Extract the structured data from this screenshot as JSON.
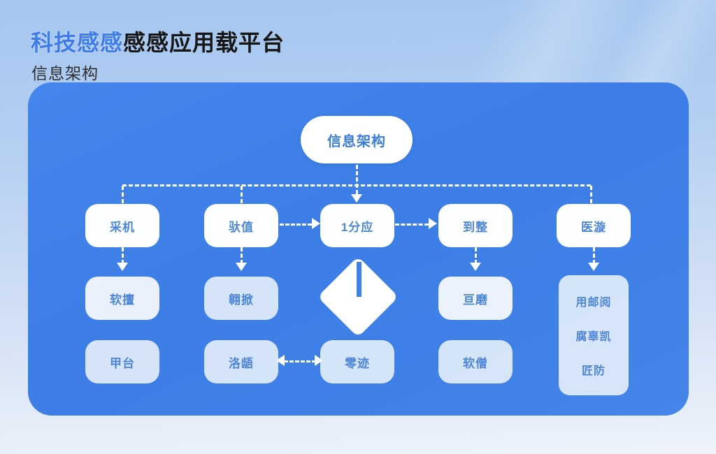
{
  "header": {
    "title_highlight": "科技感感",
    "title_rest": "感感应用载平台",
    "subtitle": "信息架构"
  },
  "diagram": {
    "root_label": "信息架构",
    "row1": [
      {
        "label": "采机"
      },
      {
        "label": "驮值"
      },
      {
        "label": "1分应"
      },
      {
        "label": "到整"
      },
      {
        "label": "医漩"
      }
    ],
    "row2": [
      {
        "label": "软擅"
      },
      {
        "label": "翱掀"
      },
      {
        "label": "亘磨"
      }
    ],
    "row3": [
      {
        "label": "甲台"
      },
      {
        "label": "洛龉"
      },
      {
        "label": "零迹"
      },
      {
        "label": "软僧"
      }
    ],
    "side_panel": {
      "lines": [
        "用邮阅",
        "腐辜凯",
        "匠防"
      ]
    }
  },
  "colors": {
    "panel_blue": "#3f81e7",
    "node_text_blue": "#4e86d6",
    "title_highlight_blue": "#3e7de9",
    "background_top": "#a5c6f0",
    "background_bottom": "#eef3fa",
    "connector_white": "#ffffff"
  }
}
